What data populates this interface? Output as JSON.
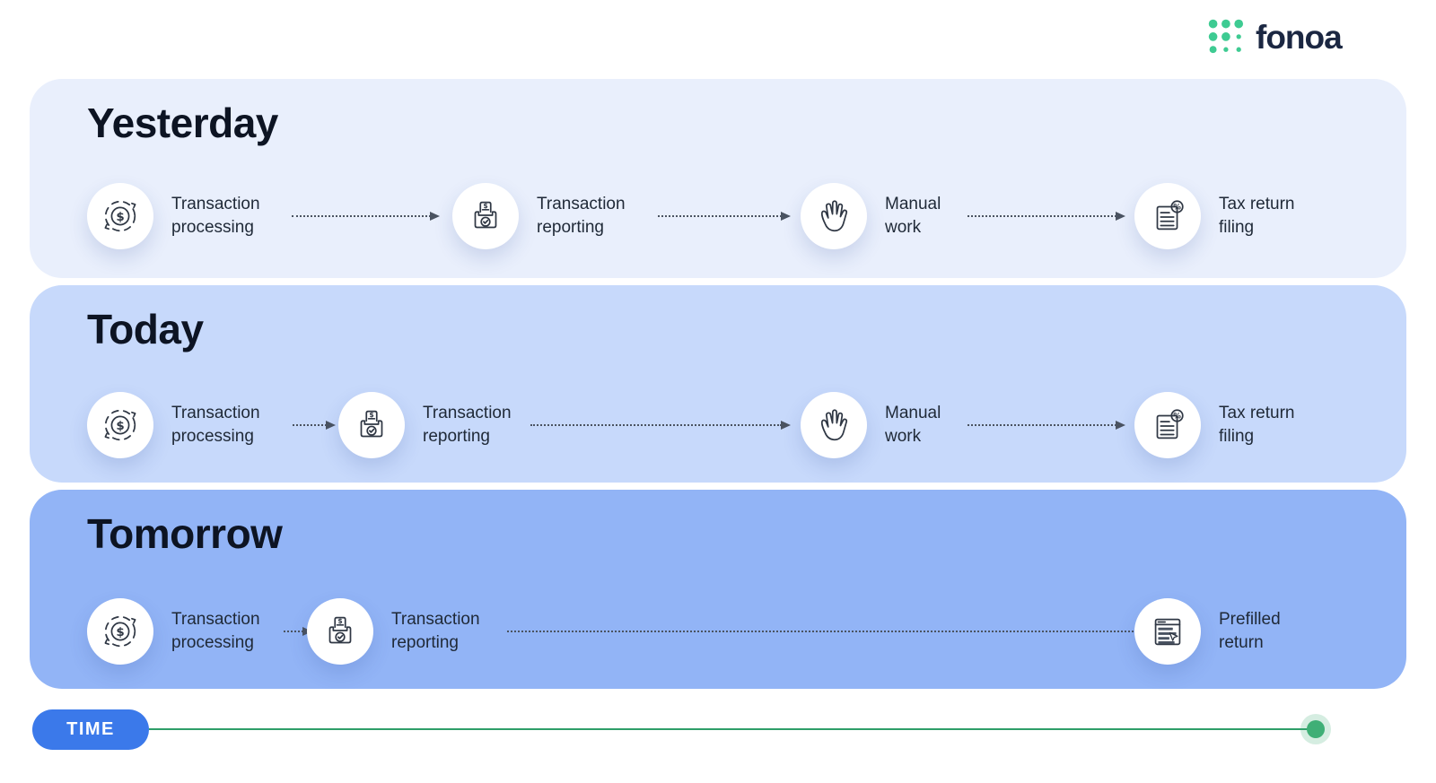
{
  "logo": {
    "brand": "fonoa",
    "dot_color": "#3ECB92",
    "text_color": "#1B2742"
  },
  "bands": [
    {
      "title": "Yesterday",
      "bg_color": "#E9EFFC",
      "steps": [
        {
          "icon": "transaction-processing-icon",
          "label": "Transaction\nprocessing"
        },
        {
          "icon": "transaction-reporting-icon",
          "label": "Transaction\nreporting"
        },
        {
          "icon": "manual-work-icon",
          "label": "Manual\nwork"
        },
        {
          "icon": "tax-return-filing-icon",
          "label": "Tax return\nfiling"
        }
      ]
    },
    {
      "title": "Today",
      "bg_color": "#C7D9FB",
      "steps": [
        {
          "icon": "transaction-processing-icon",
          "label": "Transaction\nprocessing"
        },
        {
          "icon": "transaction-reporting-icon",
          "label": "Transaction\nreporting"
        },
        {
          "icon": "manual-work-icon",
          "label": "Manual\nwork"
        },
        {
          "icon": "tax-return-filing-icon",
          "label": "Tax return\nfiling"
        }
      ]
    },
    {
      "title": "Tomorrow",
      "bg_color": "#92B4F6",
      "steps": [
        {
          "icon": "transaction-processing-icon",
          "label": "Transaction\nprocessing"
        },
        {
          "icon": "transaction-reporting-icon",
          "label": "Transaction\nreporting"
        },
        {
          "icon": "prefilled-return-icon",
          "label": "Prefilled\nreturn"
        }
      ]
    }
  ],
  "timeline": {
    "label": "TIME",
    "pill_color": "#3B79EA",
    "line_color": "#2E9E68",
    "dot_color": "#3FAF76"
  }
}
